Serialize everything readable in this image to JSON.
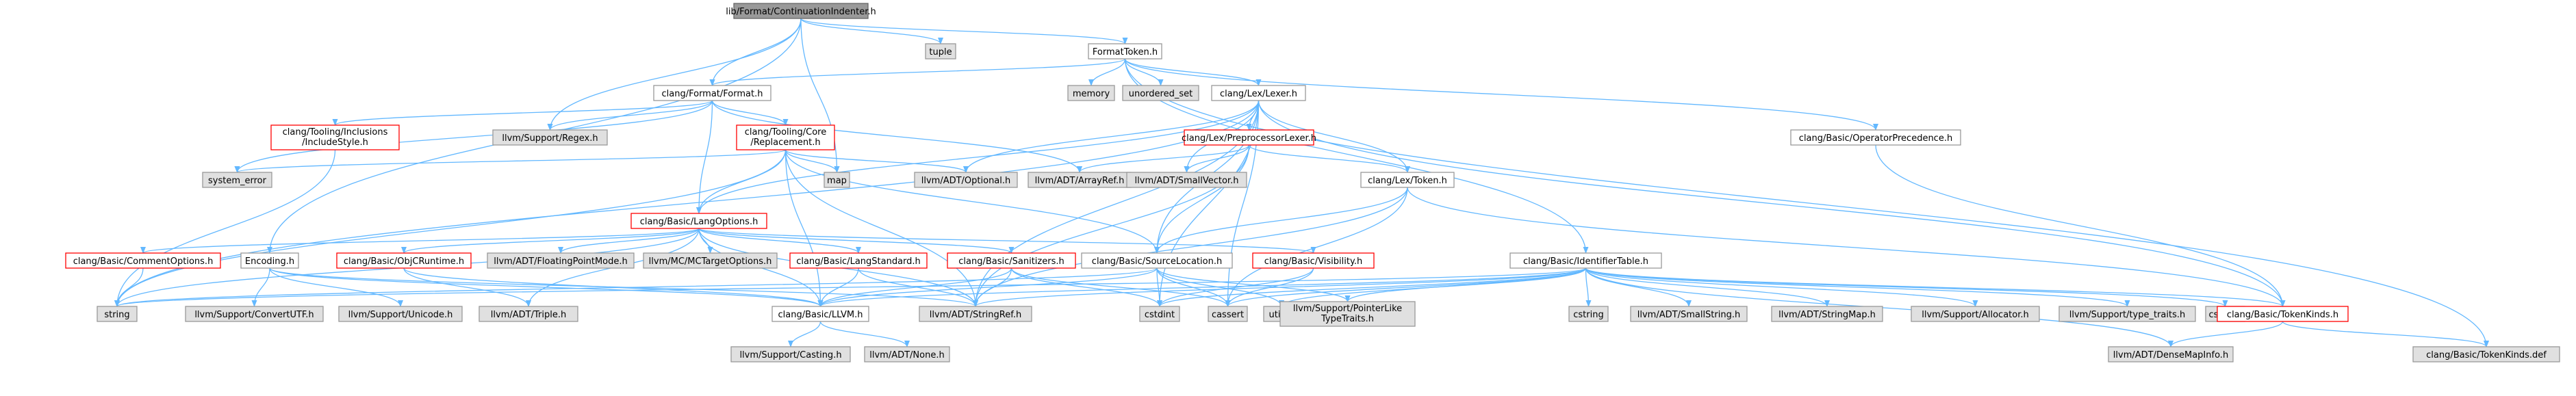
{
  "colors": {
    "background": "#ffffff",
    "node_fill": "#ffffff",
    "node_border": "#999999",
    "root_fill": "#999999",
    "root_border": "#666666",
    "missing_fill": "#e0e0e0",
    "missing_border": "#999999",
    "incomplete_border": "#ff0000",
    "edge": "#63b8ff"
  },
  "nodes": [
    {
      "id": "root",
      "label": "lib/Format/ContinuationIndenter.h",
      "style": "root"
    },
    {
      "id": "tuple",
      "label": "tuple",
      "style": "missing"
    },
    {
      "id": "formattoken",
      "label": "FormatToken.h",
      "style": "normal"
    },
    {
      "id": "format",
      "label": "clang/Format/Format.h",
      "style": "normal"
    },
    {
      "id": "memory",
      "label": "memory",
      "style": "missing"
    },
    {
      "id": "unordered_set",
      "label": "unordered_set",
      "style": "missing"
    },
    {
      "id": "lexer",
      "label": "clang/Lex/Lexer.h",
      "style": "normal"
    },
    {
      "id": "regex",
      "label": "llvm/Support/Regex.h",
      "style": "missing"
    },
    {
      "id": "includestyle",
      "label": [
        "clang/Tooling/Inclusions",
        "/IncludeStyle.h"
      ],
      "style": "incomplete"
    },
    {
      "id": "replacement",
      "label": [
        "clang/Tooling/Core",
        "/Replacement.h"
      ],
      "style": "incomplete"
    },
    {
      "id": "ppl",
      "label": "clang/Lex/PreprocessorLexer.h",
      "style": "incomplete"
    },
    {
      "id": "opprec",
      "label": "clang/Basic/OperatorPrecedence.h",
      "style": "normal"
    },
    {
      "id": "system_error",
      "label": "system_error",
      "style": "missing"
    },
    {
      "id": "map",
      "label": "map",
      "style": "missing"
    },
    {
      "id": "optional",
      "label": "llvm/ADT/Optional.h",
      "style": "missing"
    },
    {
      "id": "arrayref",
      "label": "llvm/ADT/ArrayRef.h",
      "style": "missing"
    },
    {
      "id": "smallvector",
      "label": "llvm/ADT/SmallVector.h",
      "style": "missing"
    },
    {
      "id": "langoptions",
      "label": "clang/Basic/LangOptions.h",
      "style": "incomplete"
    },
    {
      "id": "lextoken",
      "label": "clang/Lex/Token.h",
      "style": "normal"
    },
    {
      "id": "commentoptions",
      "label": "clang/Basic/CommentOptions.h",
      "style": "incomplete"
    },
    {
      "id": "encoding",
      "label": "Encoding.h",
      "style": "normal"
    },
    {
      "id": "objcruntime",
      "label": "clang/Basic/ObjCRuntime.h",
      "style": "incomplete"
    },
    {
      "id": "floatingpoint",
      "label": "llvm/ADT/FloatingPointMode.h",
      "style": "missing"
    },
    {
      "id": "mctarget",
      "label": "llvm/MC/MCTargetOptions.h",
      "style": "missing"
    },
    {
      "id": "langstandard",
      "label": "clang/Basic/LangStandard.h",
      "style": "incomplete"
    },
    {
      "id": "sanitizers",
      "label": "clang/Basic/Sanitizers.h",
      "style": "incomplete"
    },
    {
      "id": "sourcelocation",
      "label": "clang/Basic/SourceLocation.h",
      "style": "normal"
    },
    {
      "id": "visibility",
      "label": "clang/Basic/Visibility.h",
      "style": "incomplete"
    },
    {
      "id": "identifiertable",
      "label": "clang/Basic/IdentifierTable.h",
      "style": "normal"
    },
    {
      "id": "string",
      "label": "string",
      "style": "missing"
    },
    {
      "id": "convertutf",
      "label": "llvm/Support/ConvertUTF.h",
      "style": "missing"
    },
    {
      "id": "unicode",
      "label": "llvm/Support/Unicode.h",
      "style": "missing"
    },
    {
      "id": "triple",
      "label": "llvm/ADT/Triple.h",
      "style": "missing"
    },
    {
      "id": "llvmh",
      "label": "clang/Basic/LLVM.h",
      "style": "normal"
    },
    {
      "id": "stringref",
      "label": "llvm/ADT/StringRef.h",
      "style": "missing"
    },
    {
      "id": "cstdint",
      "label": "cstdint",
      "style": "missing"
    },
    {
      "id": "cassert",
      "label": "cassert",
      "style": "missing"
    },
    {
      "id": "utility",
      "label": "utility",
      "style": "missing"
    },
    {
      "id": "pointerlike",
      "label": [
        "llvm/Support/PointerLike",
        "TypeTraits.h"
      ],
      "style": "missing"
    },
    {
      "id": "cstring",
      "label": "cstring",
      "style": "missing"
    },
    {
      "id": "smallstring",
      "label": "llvm/ADT/SmallString.h",
      "style": "missing"
    },
    {
      "id": "stringmap",
      "label": "llvm/ADT/StringMap.h",
      "style": "missing"
    },
    {
      "id": "allocator",
      "label": "llvm/Support/Allocator.h",
      "style": "missing"
    },
    {
      "id": "typetraits",
      "label": "llvm/Support/type_traits.h",
      "style": "missing"
    },
    {
      "id": "cstddef",
      "label": "cstddef",
      "style": "missing"
    },
    {
      "id": "tokenkinds",
      "label": "clang/Basic/TokenKinds.h",
      "style": "incomplete"
    },
    {
      "id": "casting",
      "label": "llvm/Support/Casting.h",
      "style": "missing"
    },
    {
      "id": "none",
      "label": "llvm/ADT/None.h",
      "style": "missing"
    },
    {
      "id": "densemapinfo",
      "label": "llvm/ADT/DenseMapInfo.h",
      "style": "missing"
    },
    {
      "id": "tokenkindsdef",
      "label": "clang/Basic/TokenKinds.def",
      "style": "missing"
    }
  ],
  "edges": [
    [
      "root",
      "formattoken"
    ],
    [
      "root",
      "tuple"
    ],
    [
      "root",
      "format"
    ],
    [
      "root",
      "map"
    ],
    [
      "root",
      "encoding"
    ],
    [
      "root",
      "regex"
    ],
    [
      "formattoken",
      "format"
    ],
    [
      "formattoken",
      "memory"
    ],
    [
      "formattoken",
      "unordered_set"
    ],
    [
      "formattoken",
      "lexer"
    ],
    [
      "formattoken",
      "opprec"
    ],
    [
      "formattoken",
      "identifiertable"
    ],
    [
      "formattoken",
      "tokenkindsdef"
    ],
    [
      "format",
      "regex"
    ],
    [
      "format",
      "includestyle"
    ],
    [
      "format",
      "replacement"
    ],
    [
      "format",
      "langoptions"
    ],
    [
      "format",
      "system_error"
    ],
    [
      "format",
      "arrayref"
    ],
    [
      "lexer",
      "ppl"
    ],
    [
      "lexer",
      "langoptions"
    ],
    [
      "lexer",
      "smallvector"
    ],
    [
      "lexer",
      "lextoken"
    ],
    [
      "lexer",
      "optional"
    ],
    [
      "lexer",
      "sourcelocation"
    ],
    [
      "lexer",
      "tokenkinds"
    ],
    [
      "lexer",
      "stringref"
    ],
    [
      "lexer",
      "cassert"
    ],
    [
      "lexer",
      "cstdint"
    ],
    [
      "lexer",
      "string"
    ],
    [
      "includestyle",
      "string"
    ],
    [
      "replacement",
      "langoptions"
    ],
    [
      "replacement",
      "sourcelocation"
    ],
    [
      "replacement",
      "optional"
    ],
    [
      "replacement",
      "stringref"
    ],
    [
      "replacement",
      "map"
    ],
    [
      "replacement",
      "system_error"
    ],
    [
      "replacement",
      "string"
    ],
    [
      "replacement",
      "llvmh"
    ],
    [
      "ppl",
      "smallvector"
    ],
    [
      "ppl",
      "lextoken"
    ],
    [
      "ppl",
      "sourcelocation"
    ],
    [
      "ppl",
      "arrayref"
    ],
    [
      "ppl",
      "stringref"
    ],
    [
      "opprec",
      "tokenkinds"
    ],
    [
      "langoptions",
      "commentoptions"
    ],
    [
      "langoptions",
      "objcruntime"
    ],
    [
      "langoptions",
      "floatingpoint"
    ],
    [
      "langoptions",
      "mctarget"
    ],
    [
      "langoptions",
      "langstandard"
    ],
    [
      "langoptions",
      "sanitizers"
    ],
    [
      "langoptions",
      "visibility"
    ],
    [
      "langoptions",
      "triple"
    ],
    [
      "langoptions",
      "stringref"
    ],
    [
      "langoptions",
      "string"
    ],
    [
      "langoptions",
      "llvmh"
    ],
    [
      "lextoken",
      "sourcelocation"
    ],
    [
      "lextoken",
      "tokenkinds"
    ],
    [
      "lextoken",
      "stringref"
    ],
    [
      "lextoken",
      "cassert"
    ],
    [
      "commentoptions",
      "string"
    ],
    [
      "encoding",
      "llvmh"
    ],
    [
      "encoding",
      "convertutf"
    ],
    [
      "encoding",
      "unicode"
    ],
    [
      "encoding",
      "stringref"
    ],
    [
      "objcruntime",
      "triple"
    ],
    [
      "objcruntime",
      "llvmh"
    ],
    [
      "langstandard",
      "llvmh"
    ],
    [
      "langstandard",
      "stringref"
    ],
    [
      "sanitizers",
      "llvmh"
    ],
    [
      "sanitizers",
      "stringref"
    ],
    [
      "sanitizers",
      "cassert"
    ],
    [
      "sanitizers",
      "cstdint"
    ],
    [
      "sourcelocation",
      "llvmh"
    ],
    [
      "sourcelocation",
      "pointerlike"
    ],
    [
      "sourcelocation",
      "cassert"
    ],
    [
      "sourcelocation",
      "cstdint"
    ],
    [
      "sourcelocation",
      "string"
    ],
    [
      "sourcelocation",
      "utility"
    ],
    [
      "visibility",
      "cassert"
    ],
    [
      "visibility",
      "cstdint"
    ],
    [
      "identifiertable",
      "llvmh"
    ],
    [
      "identifiertable",
      "tokenkinds"
    ],
    [
      "identifiertable",
      "densemapinfo"
    ],
    [
      "identifiertable",
      "smallstring"
    ],
    [
      "identifiertable",
      "stringmap"
    ],
    [
      "identifiertable",
      "stringref"
    ],
    [
      "identifiertable",
      "allocator"
    ],
    [
      "identifiertable",
      "pointerlike"
    ],
    [
      "identifiertable",
      "typetraits"
    ],
    [
      "identifiertable",
      "cassert"
    ],
    [
      "identifiertable",
      "cstddef"
    ],
    [
      "identifiertable",
      "cstdint"
    ],
    [
      "identifiertable",
      "cstring"
    ],
    [
      "identifiertable",
      "string"
    ],
    [
      "identifiertable",
      "utility"
    ],
    [
      "tokenkinds",
      "densemapinfo"
    ],
    [
      "tokenkinds",
      "tokenkindsdef"
    ],
    [
      "llvmh",
      "casting"
    ],
    [
      "llvmh",
      "none"
    ]
  ]
}
